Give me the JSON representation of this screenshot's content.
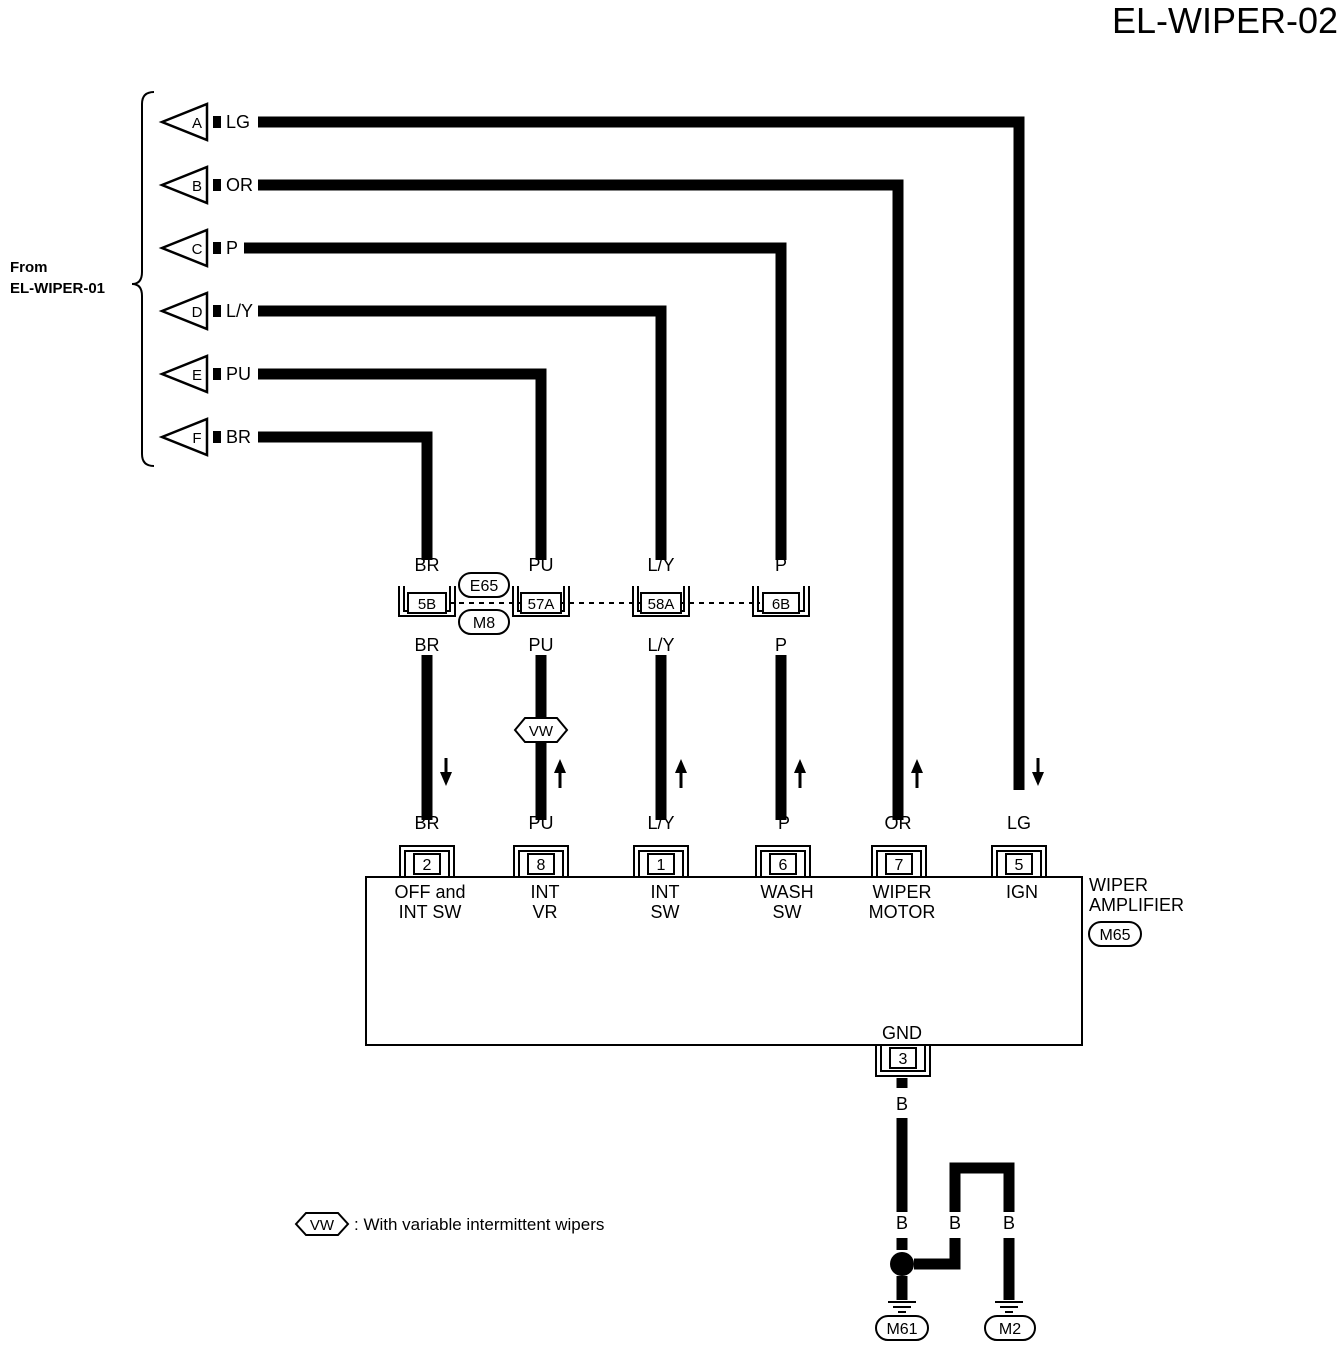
{
  "title": "EL-WIPER-02",
  "from_label_line1": "From",
  "from_label_line2": "EL-WIPER-01",
  "connectors_left": [
    {
      "letter": "A",
      "color": "LG"
    },
    {
      "letter": "B",
      "color": "OR"
    },
    {
      "letter": "C",
      "color": "P"
    },
    {
      "letter": "D",
      "color": "L/Y"
    },
    {
      "letter": "E",
      "color": "PU"
    },
    {
      "letter": "F",
      "color": "BR"
    }
  ],
  "junction": {
    "label_top": "E65",
    "label_bottom": "M8",
    "pins": [
      {
        "pin": "5B",
        "color_top": "BR",
        "color_bottom": "BR"
      },
      {
        "pin": "57A",
        "color_top": "PU",
        "color_bottom": "PU"
      },
      {
        "pin": "58A",
        "color_top": "L/Y",
        "color_bottom": "L/Y"
      },
      {
        "pin": "6B",
        "color_top": "P",
        "color_bottom": "P"
      }
    ]
  },
  "vw_tag": "VW",
  "amplifier": {
    "name_line1": "WIPER",
    "name_line2": "AMPLIFIER",
    "connector": "M65",
    "gnd_label": "GND",
    "gnd_pin": "3",
    "pins": [
      {
        "pin": "2",
        "color": "BR",
        "func_line1": "OFF and",
        "func_line2": "INT SW"
      },
      {
        "pin": "8",
        "color": "PU",
        "func_line1": "INT",
        "func_line2": "VR"
      },
      {
        "pin": "1",
        "color": "L/Y",
        "func_line1": "INT",
        "func_line2": "SW"
      },
      {
        "pin": "6",
        "color": "P",
        "func_line1": "WASH",
        "func_line2": "SW"
      },
      {
        "pin": "7",
        "color": "OR",
        "func_line1": "WIPER",
        "func_line2": "MOTOR"
      },
      {
        "pin": "5",
        "color": "LG",
        "func_line1": "IGN",
        "func_line2": ""
      }
    ]
  },
  "ground": {
    "wire_color_main": "B",
    "wire_color_left": "B",
    "wire_color_mid": "B",
    "wire_color_right": "B",
    "ground_left": "M61",
    "ground_right": "M2"
  },
  "legend": {
    "tag": "VW",
    "text": ": With variable intermittent wipers"
  }
}
